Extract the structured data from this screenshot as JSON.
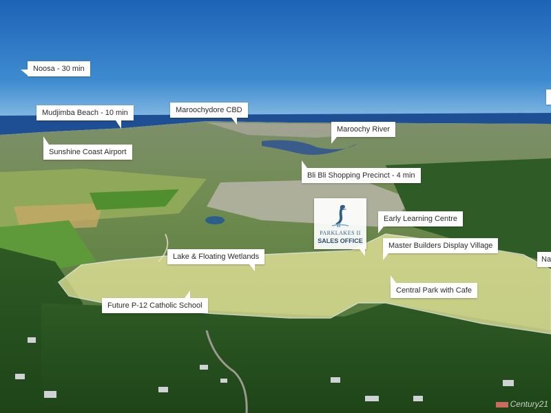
{
  "callouts": {
    "noosa": "Noosa - 30 min",
    "mudjimba": "Mudjimba Beach - 10 min",
    "maroochydore": "Maroochydore CBD",
    "airport": "Sunshine Coast Airport",
    "river": "Maroochy River",
    "blibli": "Bli Bli Shopping Precinct - 4 min",
    "early_learning": "Early Learning Centre",
    "display_village": "Master Builders Display Village",
    "lake": "Lake & Floating Wetlands",
    "central_park": "Central Park with Cafe",
    "school": "Future P-12 Catholic School",
    "right_cut": "Na"
  },
  "sales_office": {
    "name": "PARKLAKES II",
    "office": "SALES OFFICE",
    "icon": "heron-icon"
  },
  "watermark": "Century21",
  "colors": {
    "sky_top": "#1f66b8",
    "ocean": "#1d4f96",
    "callout_bg": "#ffffff",
    "development_overlay": "#f2eea0",
    "brand_blue": "#2f5f86"
  }
}
